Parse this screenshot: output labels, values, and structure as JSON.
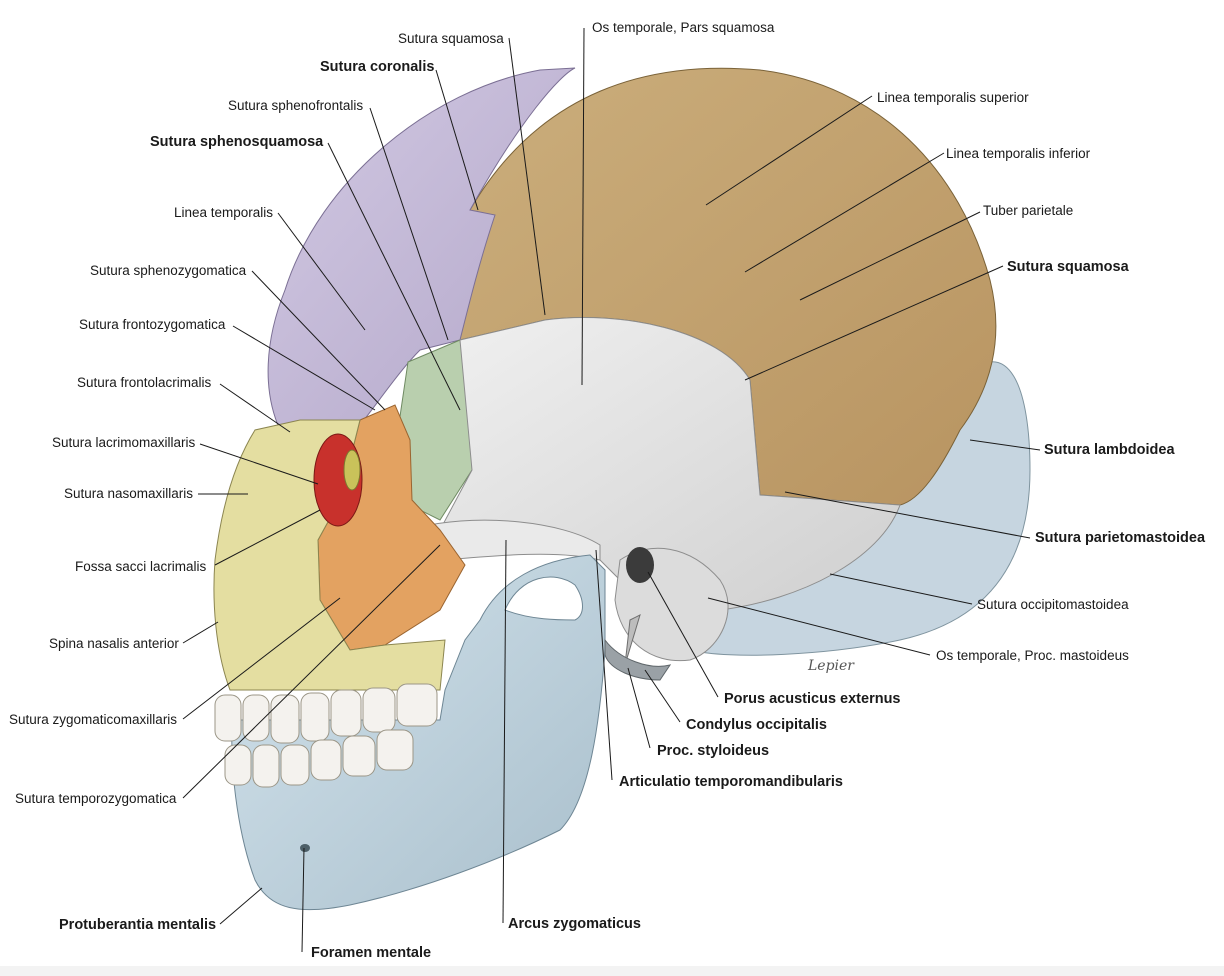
{
  "signature": "Lepier",
  "colors": {
    "frontal": "#c9bfdc",
    "parietal": "#c7a874",
    "temporal": "#e4e4e4",
    "occipital": "#c6d5e0",
    "sphenoid": "#b9cfae",
    "zygomatic": "#e3a261",
    "maxilla": "#e4dea1",
    "lacrimal": "#c8312c",
    "mandible": "#c4d8e3",
    "teeth": "#f4f2ee",
    "ethmoid": "#c9c25a"
  },
  "labels": {
    "sutura_squamosa_top": "Sutura squamosa",
    "os_temporale_pars_squamosa": "Os temporale, Pars squamosa",
    "sutura_coronalis": "Sutura coronalis",
    "sutura_sphenofrontalis": "Sutura sphenofrontalis",
    "sutura_sphenosquamosa": "Sutura sphenosquamosa",
    "linea_temporalis": "Linea temporalis",
    "sutura_sphenozygomatica": "Sutura sphenozygomatica",
    "sutura_frontozygomatica": "Sutura frontozygomatica",
    "sutura_frontolacrimalis": "Sutura frontolacrimalis",
    "sutura_lacrimomaxillaris": "Sutura lacrimomaxillaris",
    "sutura_nasomaxillaris": "Sutura nasomaxillaris",
    "fossa_sacci_lacrimalis": "Fossa sacci lacrimalis",
    "spina_nasalis_anterior": "Spina nasalis anterior",
    "sutura_zygomaticomaxillaris": "Sutura zygomaticomaxillaris",
    "sutura_temporozygomatica": "Sutura temporozygomatica",
    "protuberantia_mentalis": "Protuberantia mentalis",
    "foramen_mentale": "Foramen mentale",
    "arcus_zygomaticus": "Arcus zygomaticus",
    "articulatio_temporomandibularis": "Articulatio temporomandibularis",
    "proc_styloideus": "Proc. styloideus",
    "condylus_occipitalis": "Condylus occipitalis",
    "porus_acusticus_externus": "Porus acusticus externus",
    "os_temporale_proc_mastoideus": "Os temporale, Proc. mastoideus",
    "sutura_occipitomastoidea": "Sutura occipitomastoidea",
    "sutura_parietomastoidea": "Sutura parietomastoidea",
    "sutura_lambdoidea": "Sutura lambdoidea",
    "sutura_squamosa_right": "Sutura squamosa",
    "tuber_parietale": "Tuber parietale",
    "linea_temporalis_inferior": "Linea temporalis inferior",
    "linea_temporalis_superior": "Linea temporalis superior"
  }
}
